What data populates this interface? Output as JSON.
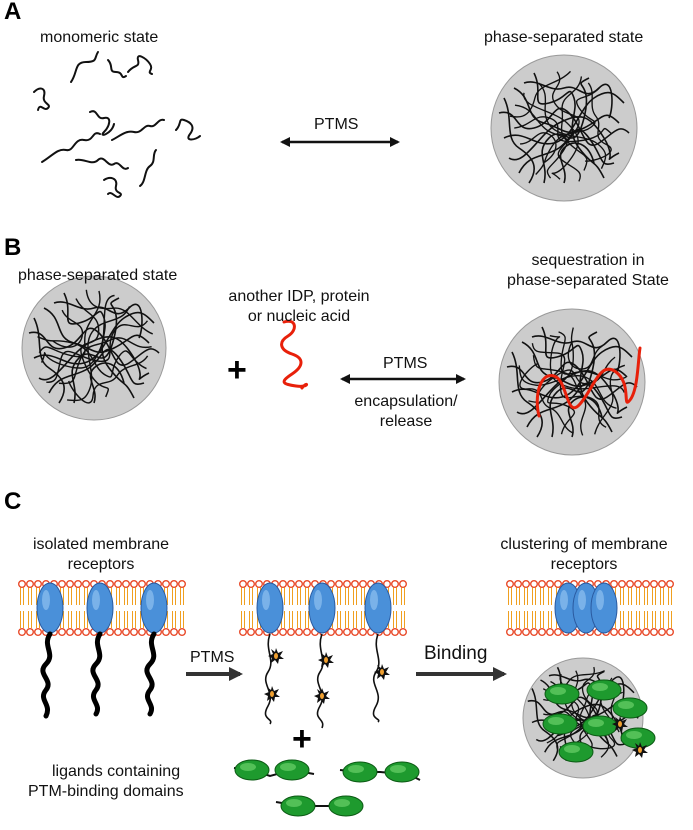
{
  "panels": [
    "A",
    "B",
    "C"
  ],
  "panel_a": {
    "left_label": "monomeric state",
    "right_label": "phase-separated state",
    "arrow_label": "PTMS"
  },
  "panel_b": {
    "left_label": "phase-separated state",
    "partner_label_1": "another IDP, protein",
    "partner_label_2": "or nucleic acid",
    "arrow_label": "PTMS",
    "arrow_sublabel_1": "encapsulation/",
    "arrow_sublabel_2": "release",
    "right_label_1": "sequestration in",
    "right_label_2": "phase-separated State",
    "plus": "+"
  },
  "panel_c": {
    "left_label_1": "isolated membrane",
    "left_label_2": "receptors",
    "arrow1_label": "PTMS",
    "arrow2_label": "Binding",
    "right_label_1": "clustering of membrane",
    "right_label_2": "receptors",
    "ligand_label_1": "ligands containing",
    "ligand_label_2": "PTM-binding domains",
    "plus": "+"
  },
  "colors": {
    "droplet_fill": "#cccccc",
    "chain": "#111111",
    "partner_chain": "#e8200a",
    "lipid_head": "#e84a2a",
    "lipid_tail": "#f0a020",
    "receptor": "#4a90d9",
    "ptm_site": "#f0a030",
    "ligand_domain": "#1e9a2e",
    "arrow_gray": "#333333"
  }
}
